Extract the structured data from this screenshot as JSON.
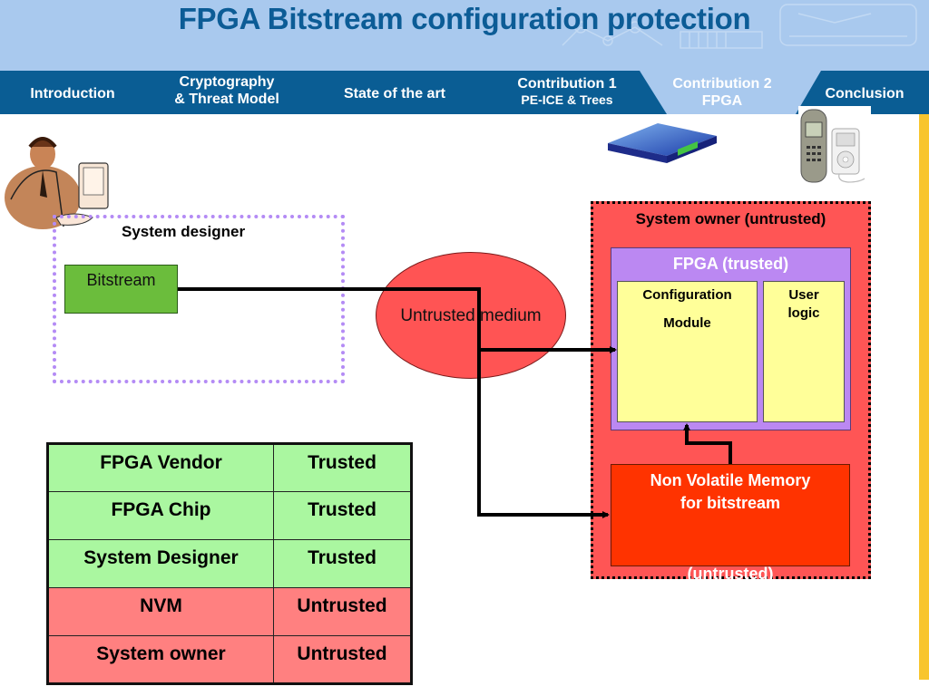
{
  "slide": {
    "title": "FPGA Bitstream configuration protection"
  },
  "nav": {
    "tabs": [
      {
        "line1": "Introduction",
        "line2": "",
        "active": false
      },
      {
        "line1": "Cryptography",
        "line2": "& Threat Model",
        "active": false
      },
      {
        "line1": "State of the art",
        "line2": "",
        "active": false
      },
      {
        "line1": "Contribution 1",
        "line2": "PE-ICE & Trees",
        "active": false
      },
      {
        "line1": "Contribution 2",
        "line2": "FPGA",
        "active": true
      },
      {
        "line1": "Conclusion",
        "line2": "",
        "active": false
      }
    ],
    "colors": {
      "bar": "#0a5d94",
      "active": "#a9c9ee",
      "banner": "#a9c9ee",
      "accent_bar": "#f8c52e"
    }
  },
  "diagram": {
    "designer": {
      "label": "System designer",
      "bitstream_label": "Bitstream",
      "icon": "person-at-computer-icon"
    },
    "medium": {
      "label": "Untrusted medium"
    },
    "owner": {
      "label": "System owner (untrusted)",
      "icons": [
        "server-rack-icon",
        "mobile-phone-icon",
        "music-player-icon"
      ],
      "fpga": {
        "label": "FPGA (trusted)",
        "config_module": {
          "line1": "Configuration",
          "line2": "Module"
        },
        "user_logic": {
          "line1": "User",
          "line2": "logic"
        }
      },
      "nvm": {
        "line1": "Non Volatile Memory",
        "line2": "for bitstream",
        "status": "(untrusted)"
      }
    },
    "colors": {
      "bitstream": "#6bbd3c",
      "medium": "#ff5454",
      "owner": "#ff5555",
      "fpga": "#bb88f2",
      "modules": "#ffff99",
      "nvm": "#ff3300",
      "designer_border": "#b48bf5"
    }
  },
  "trust_table": {
    "rows": [
      {
        "entity": "FPGA Vendor",
        "status": "Trusted"
      },
      {
        "entity": "FPGA Chip",
        "status": "Trusted"
      },
      {
        "entity": "System Designer",
        "status": "Trusted"
      },
      {
        "entity": "NVM",
        "status": "Untrusted"
      },
      {
        "entity": "System owner",
        "status": "Untrusted"
      }
    ],
    "colors": {
      "trusted": "#aaf7a0",
      "untrusted": "#ff8080"
    }
  }
}
